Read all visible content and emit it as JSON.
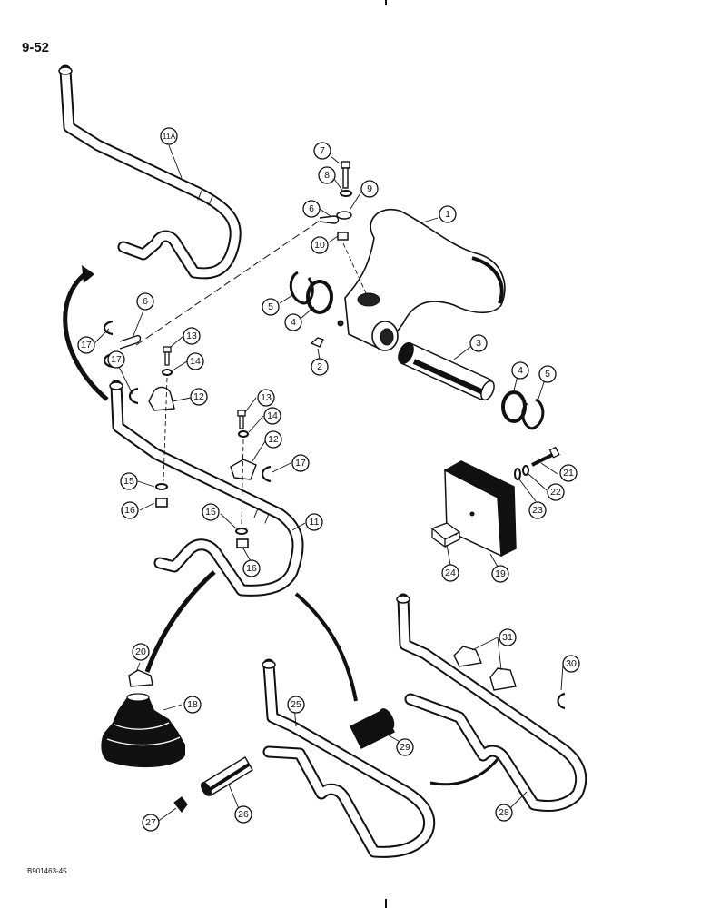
{
  "page": {
    "page_number": "9-52",
    "figure_code": "B901463-45"
  },
  "callouts": {
    "c1": "1",
    "c2": "2",
    "c3": "3",
    "c4a": "4",
    "c4b": "4",
    "c5a": "5",
    "c5b": "5",
    "c6a": "6",
    "c6b": "6",
    "c7": "7",
    "c8": "8",
    "c9": "9",
    "c10": "10",
    "c11": "11",
    "c11a": "11A",
    "c12a": "12",
    "c12b": "12",
    "c13a": "13",
    "c13b": "13",
    "c14a": "14",
    "c14b": "14",
    "c15a": "15",
    "c15b": "15",
    "c16a": "16",
    "c16b": "16",
    "c17a": "17",
    "c17b": "17",
    "c17c": "17",
    "c18": "18",
    "c19": "19",
    "c20": "20",
    "c21": "21",
    "c22": "22",
    "c23": "23",
    "c24": "24",
    "c25": "25",
    "c26": "26",
    "c27": "27",
    "c28": "28",
    "c29": "29",
    "c30": "30",
    "c31": "31"
  }
}
